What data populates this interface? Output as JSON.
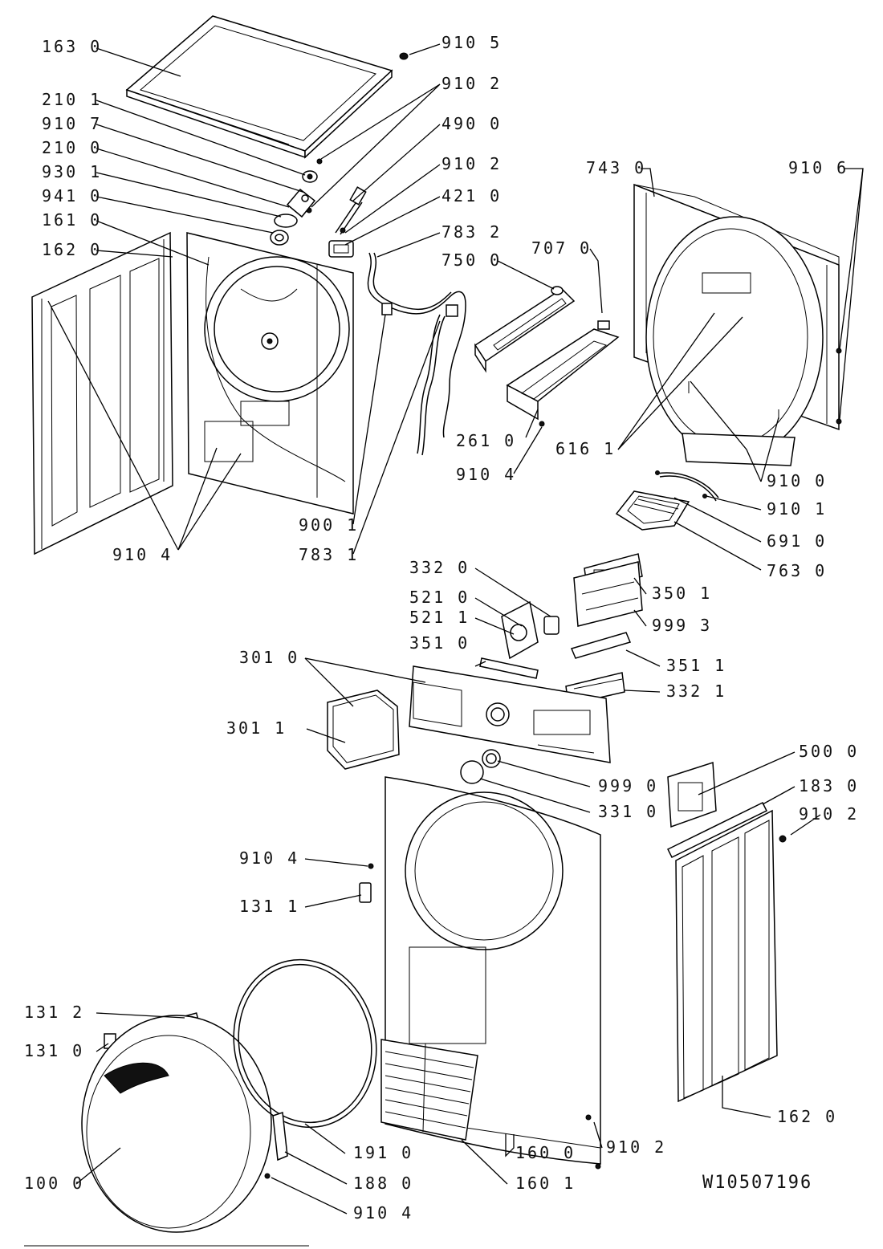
{
  "document_number": "W10507196",
  "labels": {
    "l_163_0": "163 0",
    "l_910_5": "910 5",
    "l_910_2_a": "910 2",
    "l_210_1": "210 1",
    "l_910_7": "910 7",
    "l_490_0": "490 0",
    "l_210_0": "210 0",
    "l_910_2_b": "910 2",
    "l_930_1": "930 1",
    "l_421_0": "421 0",
    "l_941_0": "941 0",
    "l_783_2": "783 2",
    "l_161_0": "161 0",
    "l_162_0_a": "162 0",
    "l_750_0": "750 0",
    "l_707_0": "707 0",
    "l_743_0": "743 0",
    "l_910_6": "910 6",
    "l_261_0": "261 0",
    "l_910_4_a": "910 4",
    "l_616_1": "616 1",
    "l_910_0": "910 0",
    "l_910_1": "910 1",
    "l_691_0": "691 0",
    "l_900_1": "900 1",
    "l_783_1": "783 1",
    "l_910_4_b": "910 4",
    "l_763_0": "763 0",
    "l_332_0": "332 0",
    "l_350_1": "350 1",
    "l_521_0": "521 0",
    "l_521_1": "521 1",
    "l_999_3": "999 3",
    "l_351_0": "351 0",
    "l_351_1": "351 1",
    "l_301_0": "301 0",
    "l_332_1": "332 1",
    "l_301_1": "301 1",
    "l_500_0": "500 0",
    "l_999_0": "999 0",
    "l_183_0": "183 0",
    "l_331_0": "331 0",
    "l_910_2_c": "910 2",
    "l_910_4_c": "910 4",
    "l_131_1": "131 1",
    "l_131_2": "131 2",
    "l_131_0": "131 0",
    "l_162_0_b": "162 0",
    "l_191_0": "191 0",
    "l_160_0": "160 0",
    "l_910_2_d": "910 2",
    "l_188_0": "188 0",
    "l_100_0": "100 0",
    "l_160_1": "160 1",
    "l_910_4_d": "910 4"
  }
}
